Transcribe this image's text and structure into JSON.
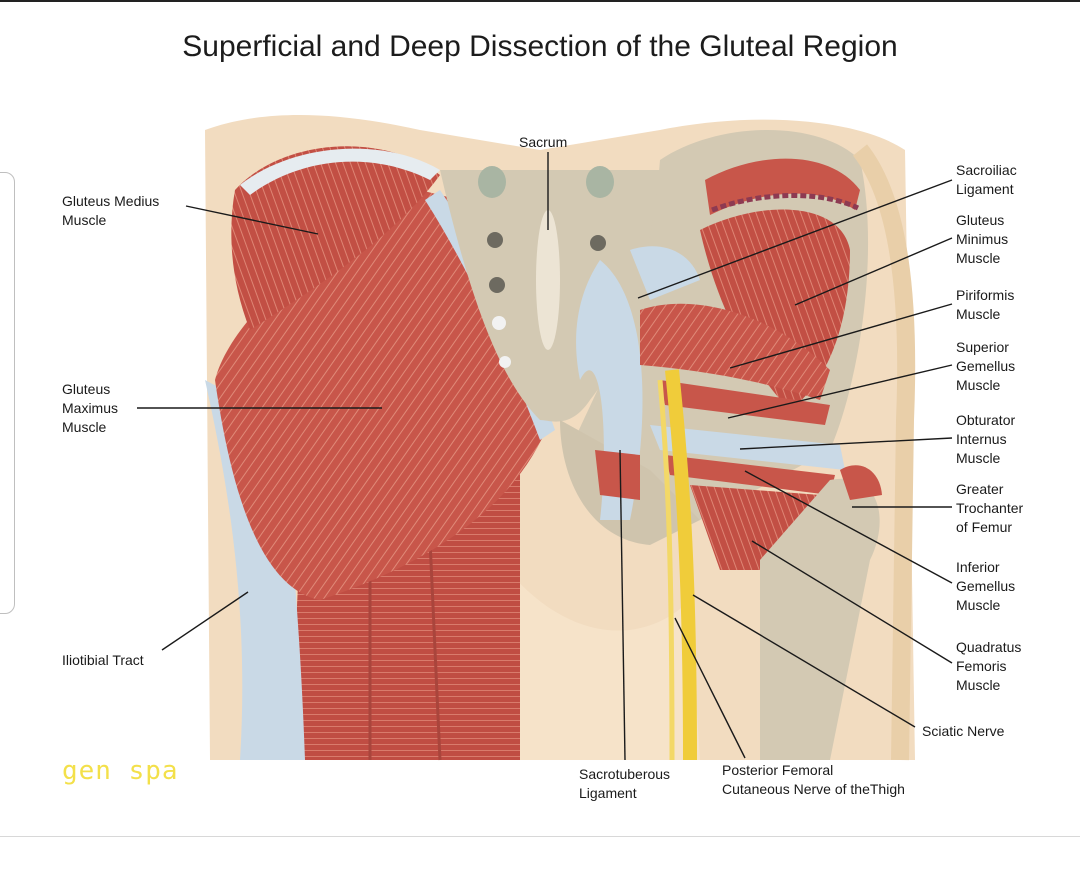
{
  "title": "Superficial and Deep Dissection of the Gluteal Region",
  "watermark": "gen spa",
  "labels": {
    "sacrum": "Sacrum",
    "gluteus_medius": "Gluteus Medius\nMuscle",
    "gluteus_maximus": "Gluteus\nMaximus\nMuscle",
    "iliotibial_tract": "Iliotibial Tract",
    "sacroiliac_ligament": "Sacroiliac\nLigament",
    "gluteus_minimus": "Gluteus\nMinimus\nMuscle",
    "piriformis": "Piriformis\nMuscle",
    "superior_gemellus": "Superior\nGemellus\nMuscle",
    "obturator_internus": "Obturator\nInternus\nMuscle",
    "greater_trochanter": "Greater\nTrochanter\nof Femur",
    "inferior_gemellus": "Inferior\nGemellus\nMuscle",
    "quadratus_femoris": "Quadratus\nFemoris\nMuscle",
    "sciatic_nerve": "Sciatic Nerve",
    "sacrotuberous_ligament": "Sacrotuberous\nLigament",
    "posterior_femoral": "Posterior Femoral\nCutaneous Nerve of theThigh"
  },
  "colors": {
    "muscle": "#c8564a",
    "muscle_light": "#dc7a6a",
    "tendon": "#c9d9e6",
    "bone": "#d3c9b3",
    "skin": "#f2dcc0",
    "nerve": "#f0cc3a"
  }
}
